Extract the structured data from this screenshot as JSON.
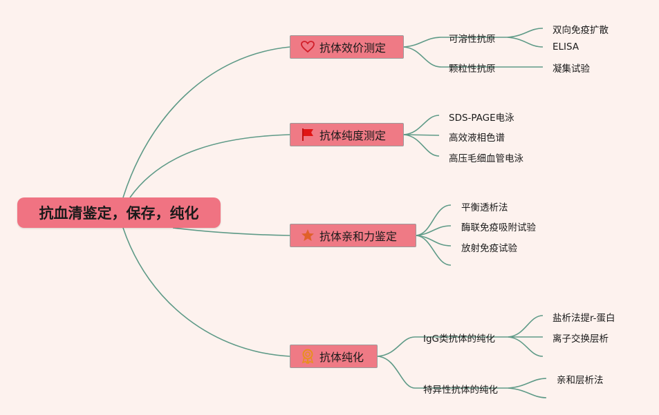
{
  "root": {
    "label": "抗血清鉴定，保存，纯化"
  },
  "branches": [
    {
      "label": "抗体效价测定",
      "icon": "heart-icon",
      "children": [
        {
          "label": "可溶性抗原",
          "children": [
            {
              "label": "双向免疫扩散"
            },
            {
              "label": "ELISA"
            }
          ]
        },
        {
          "label": "颗粒性抗原",
          "children": [
            {
              "label": "凝集试验"
            }
          ]
        }
      ]
    },
    {
      "label": "抗体纯度测定",
      "icon": "flag-icon",
      "children": [
        {
          "label": "SDS-PAGE电泳"
        },
        {
          "label": "高效液相色谱"
        },
        {
          "label": "高压毛细血管电泳"
        }
      ]
    },
    {
      "label": "抗体亲和力鉴定",
      "icon": "star-icon",
      "children": [
        {
          "label": "平衡透析法"
        },
        {
          "label": "酶联免疫吸附试验"
        },
        {
          "label": "放射免疫试验"
        },
        {
          "label": ""
        }
      ]
    },
    {
      "label": "抗体纯化",
      "icon": "award-icon",
      "children": [
        {
          "label": "IgG类抗体的纯化",
          "children": [
            {
              "label": "盐析法提r-蛋白"
            },
            {
              "label": "离子交换层析"
            },
            {
              "label": ""
            }
          ]
        },
        {
          "label": "特异性抗体的纯化",
          "children": [
            {
              "label": "亲和层析法"
            },
            {
              "label": ""
            }
          ]
        }
      ]
    }
  ]
}
